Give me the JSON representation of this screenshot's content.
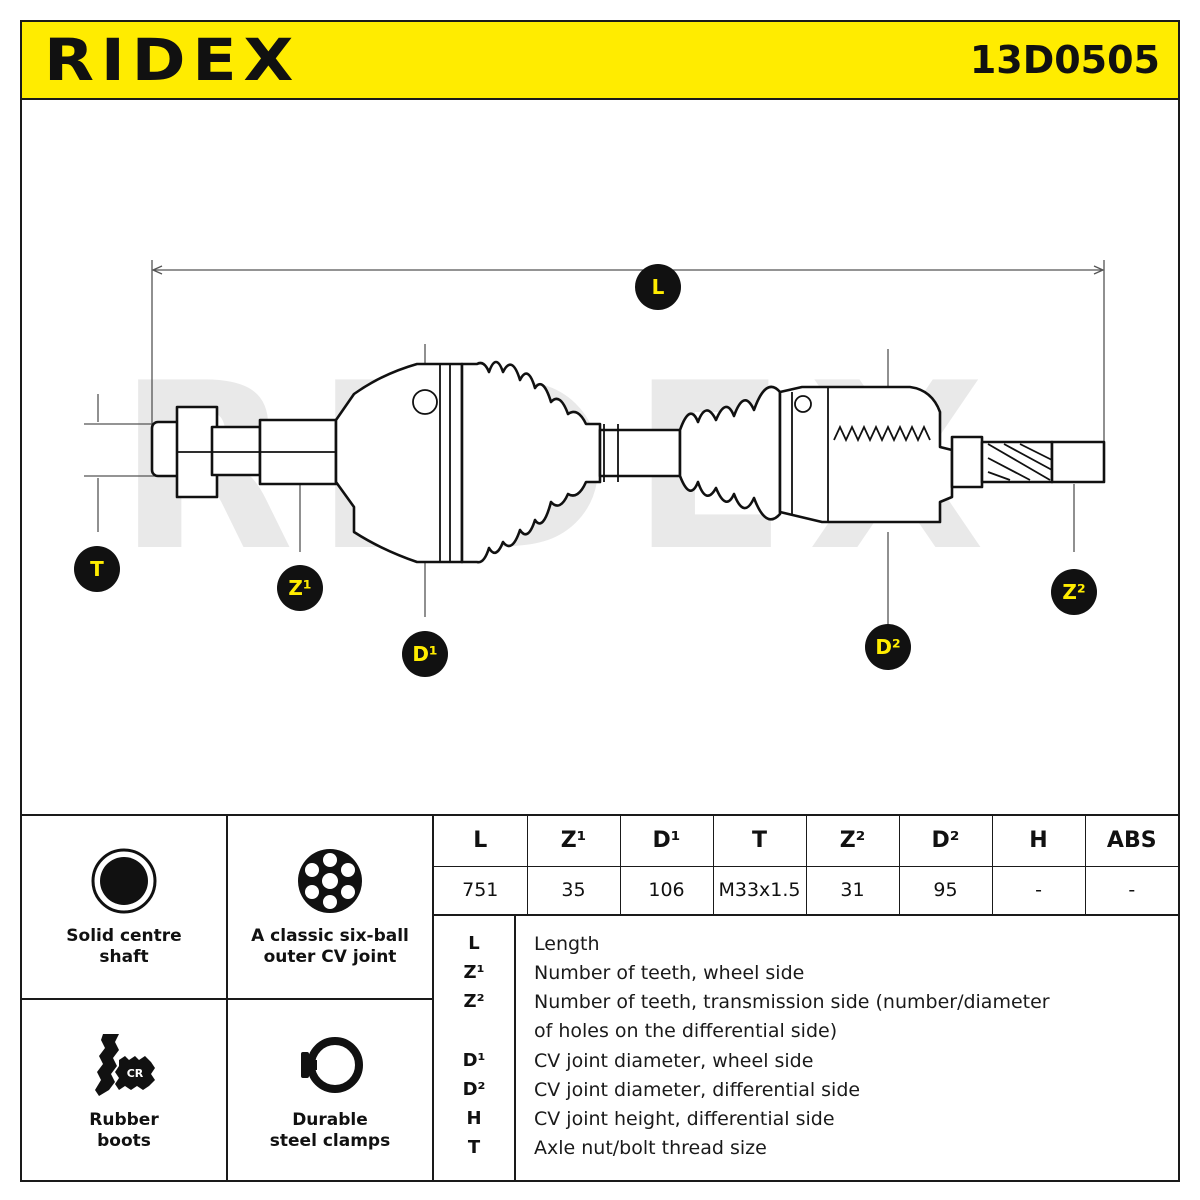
{
  "header": {
    "brand": "RIDEX",
    "part_number": "13D0505",
    "background": "#ffec00"
  },
  "diagram": {
    "watermark": "RIDEX",
    "labels": {
      "L": "L",
      "T": "T",
      "Z1": "Z¹",
      "D1": "D¹",
      "D2": "D²",
      "Z2": "Z²"
    },
    "badge_color": "#111111",
    "badge_text_color": "#ffec00"
  },
  "features": [
    {
      "icon": "solid-shaft-icon",
      "label": "Solid centre\nshaft"
    },
    {
      "icon": "six-ball-joint-icon",
      "label": "A classic six-ball\nouter CV joint"
    },
    {
      "icon": "rubber-boot-icon",
      "label": "Rubber\nboots",
      "icon_text": "CR"
    },
    {
      "icon": "clamp-icon",
      "label": "Durable\nsteel clamps"
    }
  ],
  "spec_table": {
    "headers": [
      "L",
      "Z¹",
      "D¹",
      "T",
      "Z²",
      "D²",
      "H",
      "ABS"
    ],
    "values": [
      "751",
      "35",
      "106",
      "M33x1.5",
      "31",
      "95",
      "-",
      "-"
    ]
  },
  "legend": [
    {
      "symbol": "L",
      "text": "Length"
    },
    {
      "symbol": "Z¹",
      "text": "Number of teeth, wheel side"
    },
    {
      "symbol": "Z²",
      "text": "Number of teeth, transmission side (number/diameter"
    },
    {
      "symbol": "",
      "text": "of holes on the differential side)"
    },
    {
      "symbol": "D¹",
      "text": "CV joint diameter, wheel side"
    },
    {
      "symbol": "D²",
      "text": "CV joint diameter, differential side"
    },
    {
      "symbol": "H",
      "text": "CV joint height, differential side"
    },
    {
      "symbol": "T",
      "text": "Axle nut/bolt thread size"
    }
  ]
}
